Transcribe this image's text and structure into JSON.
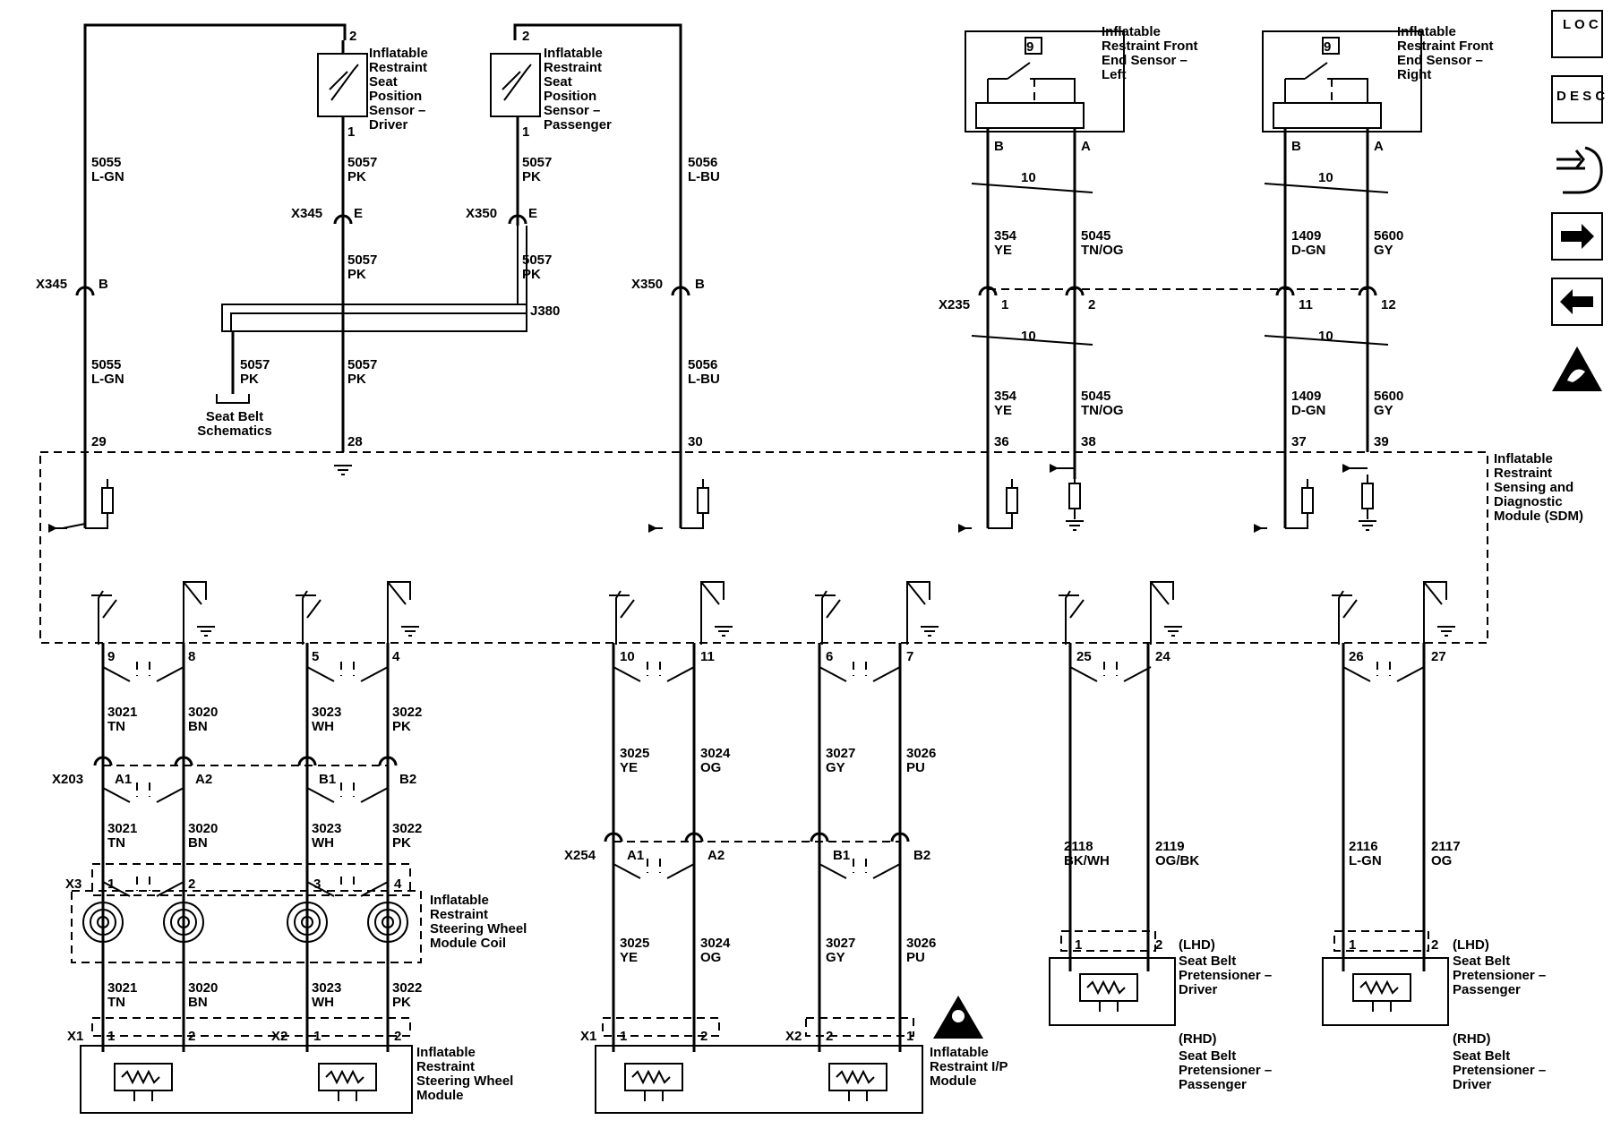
{
  "sdm": {
    "label": "Inflatable Restraint Sensing and Diagnostic Module (SDM)"
  },
  "top_sensors": [
    {
      "name": "seat-position-sensor-driver",
      "label": "Inflatable Restraint Seat Position Sensor – Driver",
      "pin_top": "2",
      "pin_bottom": "1",
      "wire_num": "5057",
      "wire_color": "PK"
    },
    {
      "name": "seat-position-sensor-passenger",
      "label": "Inflatable Restraint Seat Position Sensor – Passenger",
      "pin_top": "2",
      "pin_bottom": "1",
      "wire_num": "5057",
      "wire_color": "PK"
    }
  ],
  "front_sensors": [
    {
      "name": "front-end-sensor-left",
      "label": "Inflatable Restraint Front End Sensor – Left",
      "badge": "9",
      "pin_b": "B",
      "pin_a": "A",
      "twist": "10",
      "wire_b": "354",
      "color_b": "YE",
      "wire_a": "5045",
      "color_a": "TN/OG",
      "conn_b": "1",
      "conn_a": "2",
      "sdm_b": "36",
      "sdm_a": "38"
    },
    {
      "name": "front-end-sensor-right",
      "label": "Inflatable Restraint Front End Sensor – Right",
      "badge": "9",
      "pin_b": "B",
      "pin_a": "A",
      "twist": "10",
      "wire_b": "1409",
      "color_b": "D-GN",
      "wire_a": "5600",
      "color_a": "GY",
      "conn_b": "11",
      "conn_a": "12",
      "sdm_b": "37",
      "sdm_a": "39"
    }
  ],
  "left_wires": {
    "w5055": "5055",
    "c5055": "L-GN",
    "w5056": "5056",
    "c5056": "L-BU",
    "x345": "X345",
    "x350": "X350",
    "pin_b": "B",
    "pin_e": "E",
    "j380": "J380",
    "seatbelt": "Seat Belt Schematics",
    "sdm29": "29",
    "sdm28": "28",
    "sdm30": "30"
  },
  "x235": "X235",
  "steering": {
    "pins_a": [
      "9",
      "8",
      "5",
      "4"
    ],
    "wires": [
      {
        "n": "3021",
        "c": "TN"
      },
      {
        "n": "3020",
        "c": "BN"
      },
      {
        "n": "3023",
        "c": "WH"
      },
      {
        "n": "3022",
        "c": "PK"
      }
    ],
    "x203": "X203",
    "x203_pins": [
      "A1",
      "A2",
      "B1",
      "B2"
    ],
    "x3": "X3",
    "x3_pins": [
      "1",
      "2",
      "3",
      "4"
    ],
    "coil_label": "Inflatable Restraint Steering Wheel Module Coil",
    "x1": "X1",
    "x2": "X2",
    "mod_pins": [
      "1",
      "2",
      "1",
      "2"
    ],
    "module_label": "Inflatable Restraint Steering Wheel Module"
  },
  "ip": {
    "pins_a": [
      "10",
      "11",
      "6",
      "7"
    ],
    "wires": [
      {
        "n": "3025",
        "c": "YE"
      },
      {
        "n": "3024",
        "c": "OG"
      },
      {
        "n": "3027",
        "c": "GY"
      },
      {
        "n": "3026",
        "c": "PU"
      }
    ],
    "x254": "X254",
    "x254_pins": [
      "A1",
      "A2",
      "B1",
      "B2"
    ],
    "x1": "X1",
    "x2": "X2",
    "mod_pins": [
      "1",
      "2",
      "2",
      "1"
    ],
    "module_label": "Inflatable Restraint I/P Module"
  },
  "pretensioners": [
    {
      "name": "pretensioner-left",
      "pins": [
        "25",
        "24"
      ],
      "wires": [
        {
          "n": "2118",
          "c": "BK/WH"
        },
        {
          "n": "2119",
          "c": "OG/BK"
        }
      ],
      "conn_pins": [
        "1",
        "2"
      ],
      "lhd": "(LHD)",
      "lhd_label": "Seat Belt Pretensioner – Driver",
      "rhd": "(RHD)",
      "rhd_label": "Seat Belt Pretensioner – Passenger"
    },
    {
      "name": "pretensioner-right",
      "pins": [
        "26",
        "27"
      ],
      "wires": [
        {
          "n": "2116",
          "c": "L-GN"
        },
        {
          "n": "2117",
          "c": "OG"
        }
      ],
      "conn_pins": [
        "1",
        "2"
      ],
      "lhd": "(LHD)",
      "lhd_label": "Seat Belt Pretensioner – Passenger",
      "rhd": "(RHD)",
      "rhd_label": "Seat Belt Pretensioner – Driver"
    }
  ],
  "nav": {
    "loc": "L O C",
    "desc": "D E S C",
    "icons": [
      "connector-icon",
      "next-arrow-icon",
      "prev-arrow-icon",
      "esd-warning-icon"
    ]
  }
}
